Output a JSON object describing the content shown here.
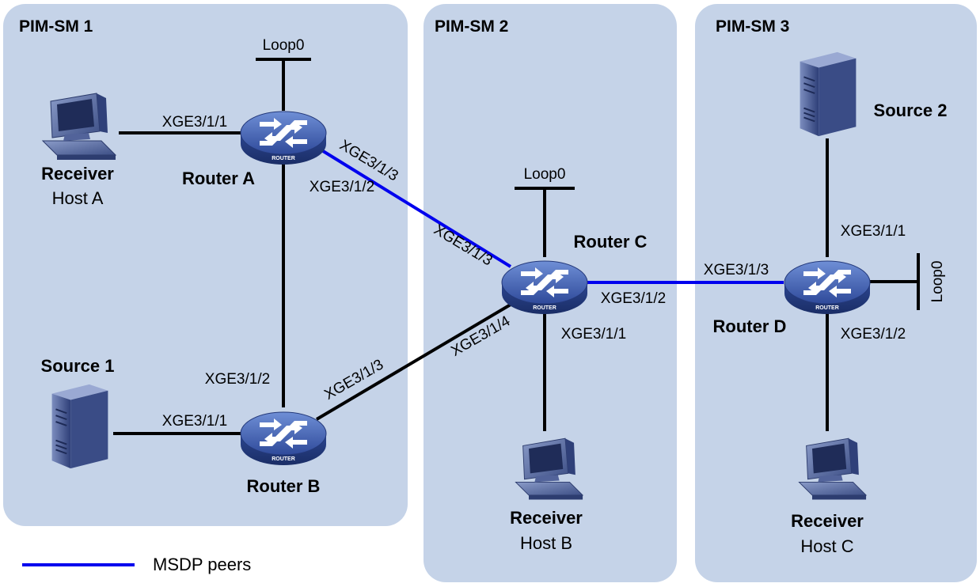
{
  "domains": [
    {
      "title": "PIM-SM 1"
    },
    {
      "title": "PIM-SM 2"
    },
    {
      "title": "PIM-SM 3"
    }
  ],
  "routers": {
    "a": {
      "name": "Router A",
      "badge": "ROUTER"
    },
    "b": {
      "name": "Router B",
      "badge": "ROUTER"
    },
    "c": {
      "name": "Router C",
      "badge": "ROUTER"
    },
    "d": {
      "name": "Router D",
      "badge": "ROUTER"
    }
  },
  "hosts": {
    "host_a": {
      "role": "Receiver",
      "name": "Host A"
    },
    "host_b": {
      "role": "Receiver",
      "name": "Host B"
    },
    "host_c": {
      "role": "Receiver",
      "name": "Host C"
    },
    "source_1": {
      "name": "Source 1"
    },
    "source_2": {
      "name": "Source 2"
    }
  },
  "loopbacks": {
    "a": "Loop0",
    "c": "Loop0",
    "d": "Loop0"
  },
  "interfaces": {
    "a_host": "XGE3/1/1",
    "a_b": "XGE3/1/2",
    "a_c": "XGE3/1/3",
    "b_a": "XGE3/1/2",
    "b_src": "XGE3/1/1",
    "b_c": "XGE3/1/3",
    "c_a": "XGE3/1/3",
    "c_b": "XGE3/1/4",
    "c_d": "XGE3/1/2",
    "c_host": "XGE3/1/1",
    "d_src": "XGE3/1/1",
    "d_c": "XGE3/1/3",
    "d_host": "XGE3/1/2"
  },
  "legend": {
    "msdp_label": "MSDP peers",
    "msdp_color": "#0000ee"
  },
  "colors": {
    "domain_bg": "#c5d3e8",
    "link": "#000000",
    "router_body": "#3a55a5"
  }
}
